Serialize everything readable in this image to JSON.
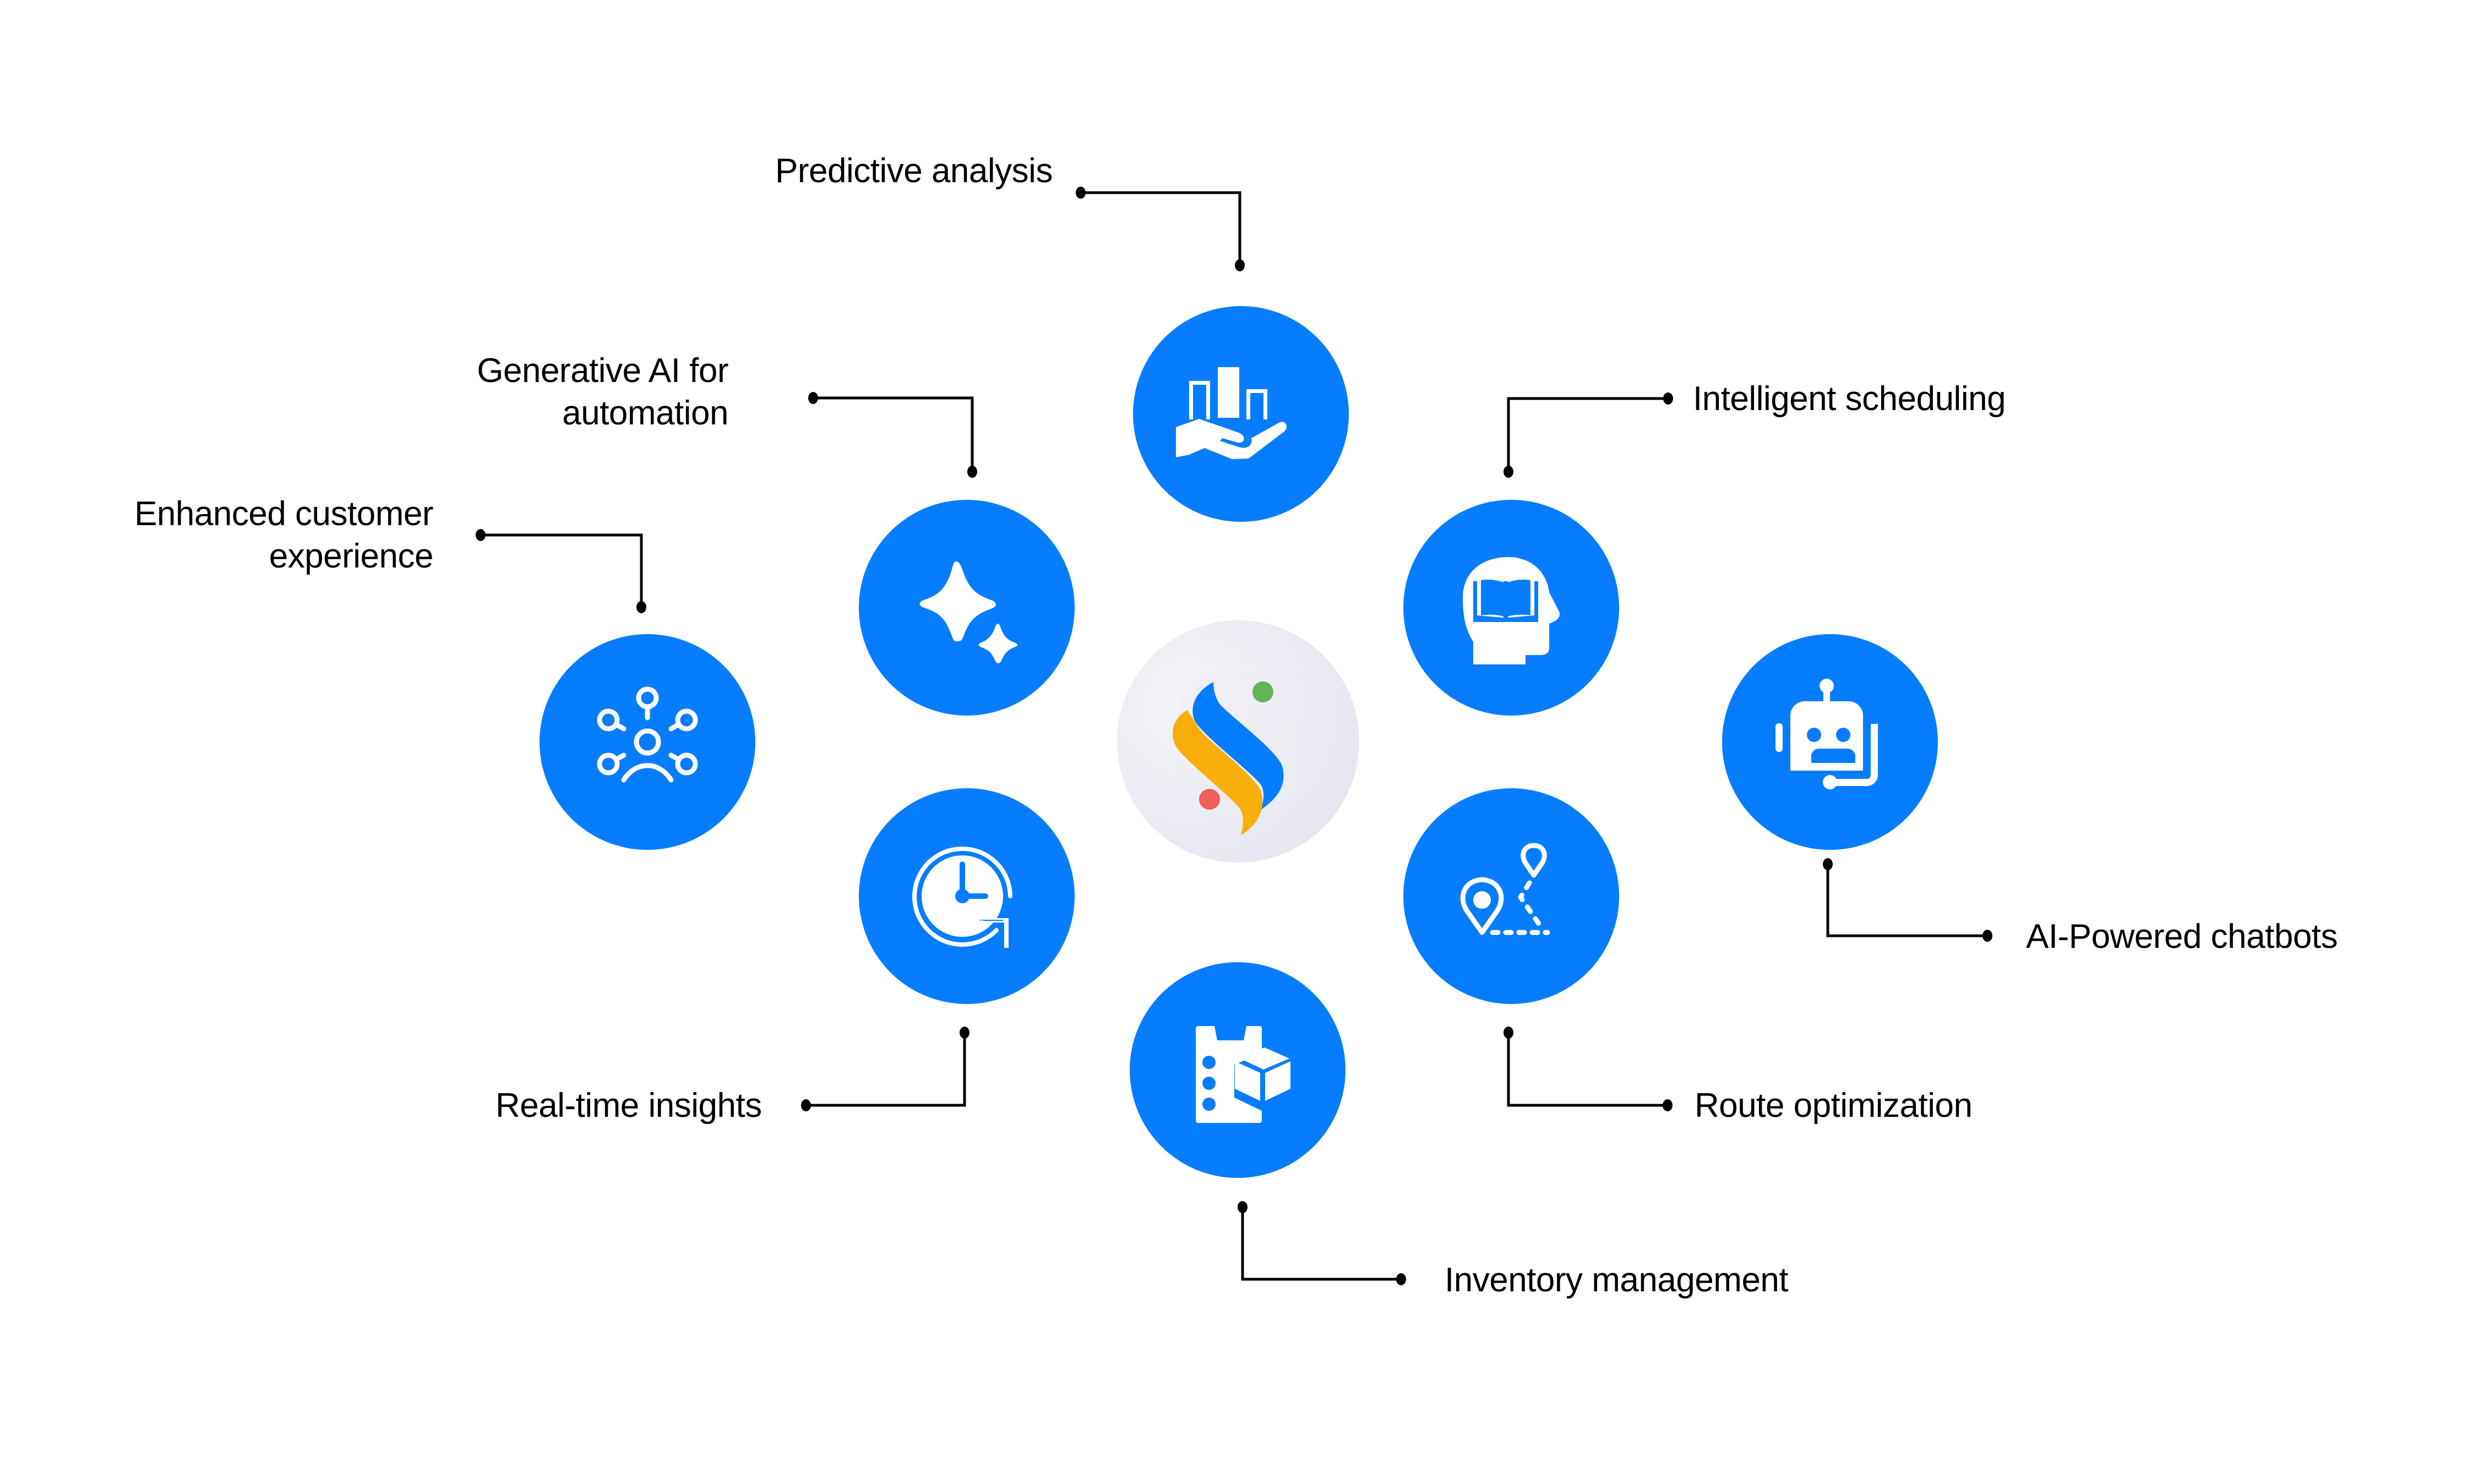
{
  "diagram": {
    "center": {
      "name": "Brand logo",
      "icon": "brand-logo-icon",
      "colors": {
        "blue": "#067DFE",
        "yellow": "#F9AE0B",
        "green": "#62B457",
        "red": "#F0605A"
      }
    },
    "accent_color": "#067DFE",
    "connector_color": "#000000",
    "nodes": [
      {
        "id": "predictive-analysis",
        "icon": "hand-bar-chart-icon",
        "label_lines": [
          "Predictive analysis"
        ]
      },
      {
        "id": "generative-ai",
        "icon": "sparkles-icon",
        "label_lines": [
          "Generative AI for",
          "automation"
        ]
      },
      {
        "id": "intelligent-scheduling",
        "icon": "head-book-icon",
        "label_lines": [
          "Intelligent scheduling"
        ]
      },
      {
        "id": "enhanced-customer-experience",
        "icon": "customer-network-icon",
        "label_lines": [
          "Enhanced customer",
          "experience"
        ]
      },
      {
        "id": "ai-chatbots",
        "icon": "robot-icon",
        "label_lines": [
          "AI-Powered chatbots"
        ]
      },
      {
        "id": "real-time-insights",
        "icon": "clock-refresh-icon",
        "label_lines": [
          "Real-time insights"
        ]
      },
      {
        "id": "route-optimization",
        "icon": "map-route-icon",
        "label_lines": [
          "Route optimization"
        ]
      },
      {
        "id": "inventory-management",
        "icon": "clipboard-box-icon",
        "label_lines": [
          "Inventory management"
        ]
      }
    ]
  }
}
